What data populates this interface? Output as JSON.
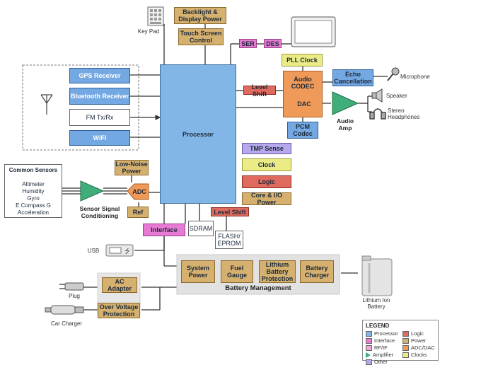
{
  "blocks": {
    "backlight": "Backlight & Display Power",
    "touchscreen": "Touch Screen Control",
    "ser": "SER",
    "des": "DES",
    "pll": "PLL Clock",
    "audio_codec": "Audio CODEC",
    "dac": "DAC",
    "echo": "Echo Cancellation",
    "pcm": "PCM Codec",
    "level_shift_top": "Level Shift",
    "level_shift_bottom": "Level Shift",
    "gps": "GPS Receiver",
    "bluetooth": "Bluetooth Receiver",
    "fm": "FM Tx/Rx",
    "wifi": "WiFi",
    "processor": "Processor",
    "tmp": "TMP Sense",
    "clock": "Clock",
    "logic": "Logic",
    "core_io": "Core & I/O Power",
    "low_noise": "Low-Noise Power",
    "adc": "ADC",
    "ref": "Ref",
    "interface": "Interface",
    "sdram": "SDRAM",
    "flash": "FLASH/ EPROM",
    "system_power": "System Power",
    "fuel_gauge": "Fuel Gauge",
    "lithium_protection": "Lithium Battery Protection",
    "battery_charger": "Battery Charger",
    "ac_adapter": "AC Adapter",
    "over_voltage": "Over Voltage Protection"
  },
  "labels": {
    "keypad": "Key Pad",
    "microphone": "Microphone",
    "speaker": "Speaker",
    "stereo_headphones": "Stereo Headphones",
    "audio_amp": "Audio Amp",
    "common_sensors_title": "Common Sensors",
    "sensors": [
      "Altimeter",
      "Humidity",
      "Gyro",
      "E Compass G",
      "Acceleration"
    ],
    "sensor_signal": "Sensor Signal Conditioning",
    "usb": "USB",
    "battery_management": "Battery Management",
    "lithium_ion": "Lithium Ion Battery",
    "plug": "Plug",
    "car_charger": "Car Charger"
  },
  "legend": {
    "title": "LEGEND",
    "items": [
      {
        "label": "Processor",
        "color": "#82b6e6",
        "kind": "box"
      },
      {
        "label": "Logic",
        "color": "#df6a5e",
        "kind": "box"
      },
      {
        "label": "Interface",
        "color": "#e77bd3",
        "kind": "box"
      },
      {
        "label": "Power",
        "color": "#d6b06e",
        "kind": "box"
      },
      {
        "label": "RF/IF",
        "color": "#f0a8d8",
        "kind": "box"
      },
      {
        "label": "ADC/DAC",
        "color": "#ef9a58",
        "kind": "box"
      },
      {
        "label": "Amplifier",
        "color": "#3fae7a",
        "kind": "triangle"
      },
      {
        "label": "Clocks",
        "color": "#ecec86",
        "kind": "box"
      },
      {
        "label": "Other",
        "color": "#b6a8ea",
        "kind": "box"
      }
    ]
  },
  "colors": {
    "processor": "#82b6e6",
    "power": "#d6b06e",
    "interface": "#e77bd3",
    "logic": "#df6a5e",
    "clock": "#ecec86",
    "amplifier": "#3fae7a",
    "adc_dac": "#ef9a58",
    "other": "#b6a8ea"
  }
}
